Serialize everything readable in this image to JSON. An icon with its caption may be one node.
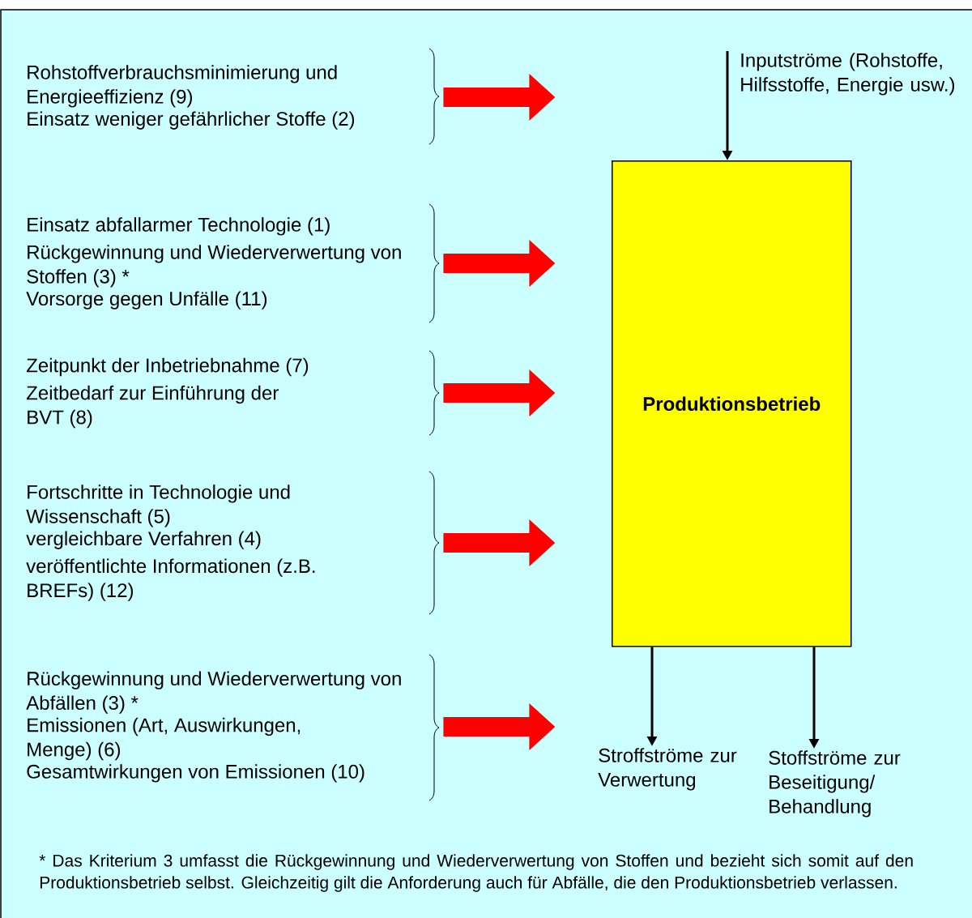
{
  "diagram": {
    "nodes": [
      {
        "text": [
          "Produktionsbetrieb"
        ]
      },
      {
        "text": [
          "Inputströme (Rohstoffe, Hilfsstoffe, Energie usw.)"
        ]
      },
      {
        "text": [
          "Stroffströme zur Verwertung"
        ]
      },
      {
        "text": [
          "Stoffströme zur Beseitigung/ Behandlung"
        ]
      },
      {
        "text": [
          "Rohstoffverbrauchsminimierung und Energieeffizienz (9)",
          "Einsatz weniger gefährlicher Stoffe (2)"
        ]
      },
      {
        "text": [
          "Einsatz abfallarmer Technologie (1)",
          "Rückgewinnung und Wiederverwertung von Stoffen (3) *",
          "Vorsorge gegen Unfälle (11)"
        ]
      },
      {
        "text": [
          "Zeitpunkt der Inbetriebnahme (7)",
          "Zeitbedarf zur Einführung der BVT (8)"
        ]
      },
      {
        "text": [
          "Fortschritte in Technologie und Wissenschaft (5)",
          "vergleichbare Verfahren (4)",
          "veröffentlichte Informationen (z.B. BREFs) (12)"
        ]
      },
      {
        "text": [
          "Rückgewinnung und Wiederverwertung von Abfällen (3) *",
          "Emissionen (Art, Auswirkungen, Menge) (6)",
          "Gesamtwirkungen von Emissionen (10)"
        ]
      }
    ],
    "edges": [
      {
        "from": 4,
        "to": null,
        "arrow": "to",
        "color": "#ff0000"
      },
      {
        "from": 5,
        "to": null,
        "arrow": "to",
        "color": "#ff0000"
      },
      {
        "from": 6,
        "to": null,
        "arrow": "to",
        "color": "#ff0000"
      },
      {
        "from": 7,
        "to": null,
        "arrow": "to",
        "color": "#ff0000"
      },
      {
        "from": 8,
        "to": null,
        "arrow": "to",
        "color": "#ff0000"
      },
      {
        "from": 1,
        "to": 0,
        "arrow": "to",
        "color": "#000000"
      },
      {
        "from": 0,
        "to": 2,
        "arrow": "to",
        "color": "#000000"
      },
      {
        "from": 0,
        "to": 3,
        "arrow": "to",
        "color": "#000000"
      }
    ],
    "labels": [
      "* Das Kriterium 3 umfasst die Rückgewinnung und Wiederverwertung von Stoffen und bezieht sich somit auf den Produktionsbetrieb selbst. Gleichzeitig gilt die Anforderung auch für Abfälle, die den Produktionsbetrieb verlassen."
    ]
  }
}
